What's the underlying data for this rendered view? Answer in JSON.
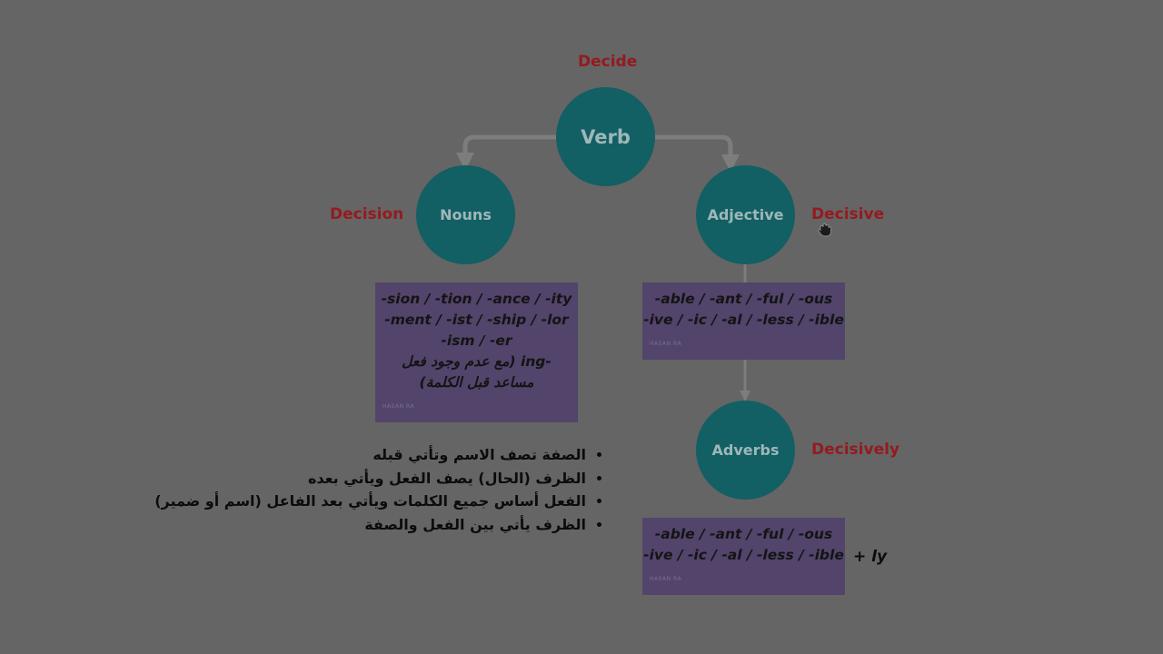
{
  "nodes": {
    "verb": "Verb",
    "nouns": "Nouns",
    "adjective": "Adjective",
    "adverbs": "Adverbs"
  },
  "words": {
    "verb": "Decide",
    "noun": "Decision",
    "adjective": "Decisive",
    "adverb": "Decisively"
  },
  "noun_suffixes": {
    "lines": [
      "-sion / -tion / -ance / -ity",
      "-ment / -ist / -ship / -lor",
      "-ism / -er",
      "-ing (مع عدم وجود فعل",
      "مساعد قبل الكلمة)"
    ],
    "watermark": "HASAN RA"
  },
  "adjective_suffixes": {
    "lines": [
      "-able / -ant / -ful / -ous",
      "-ive / -ic / -al / -less / -ible"
    ],
    "watermark": "HASAN RA"
  },
  "adverb_suffixes": {
    "lines": [
      "-able / -ant / -ful / -ous",
      "-ive / -ic / -al / -less / -ible"
    ],
    "watermark": "HASAN RA",
    "addition": "+ ly"
  },
  "notes": [
    "الصفة تصف الاسم وتأتي قبله",
    "الظرف (الحال) يصف الفعل ويأتي بعده",
    "الفعل أساس جميع الكلمات ويأتي بعد الفاعل (اسم أو ضمير)",
    "الظرف يأتي بين الفعل والصفة"
  ],
  "colors": {
    "background": "#656565",
    "node_fill": "#125f64",
    "node_text": "#9fb7b9",
    "word_red": "#951a1f",
    "box_fill": "#52446b",
    "connector": "#7d7d7d"
  },
  "icons": {
    "cursor": "grab-hand-icon"
  }
}
